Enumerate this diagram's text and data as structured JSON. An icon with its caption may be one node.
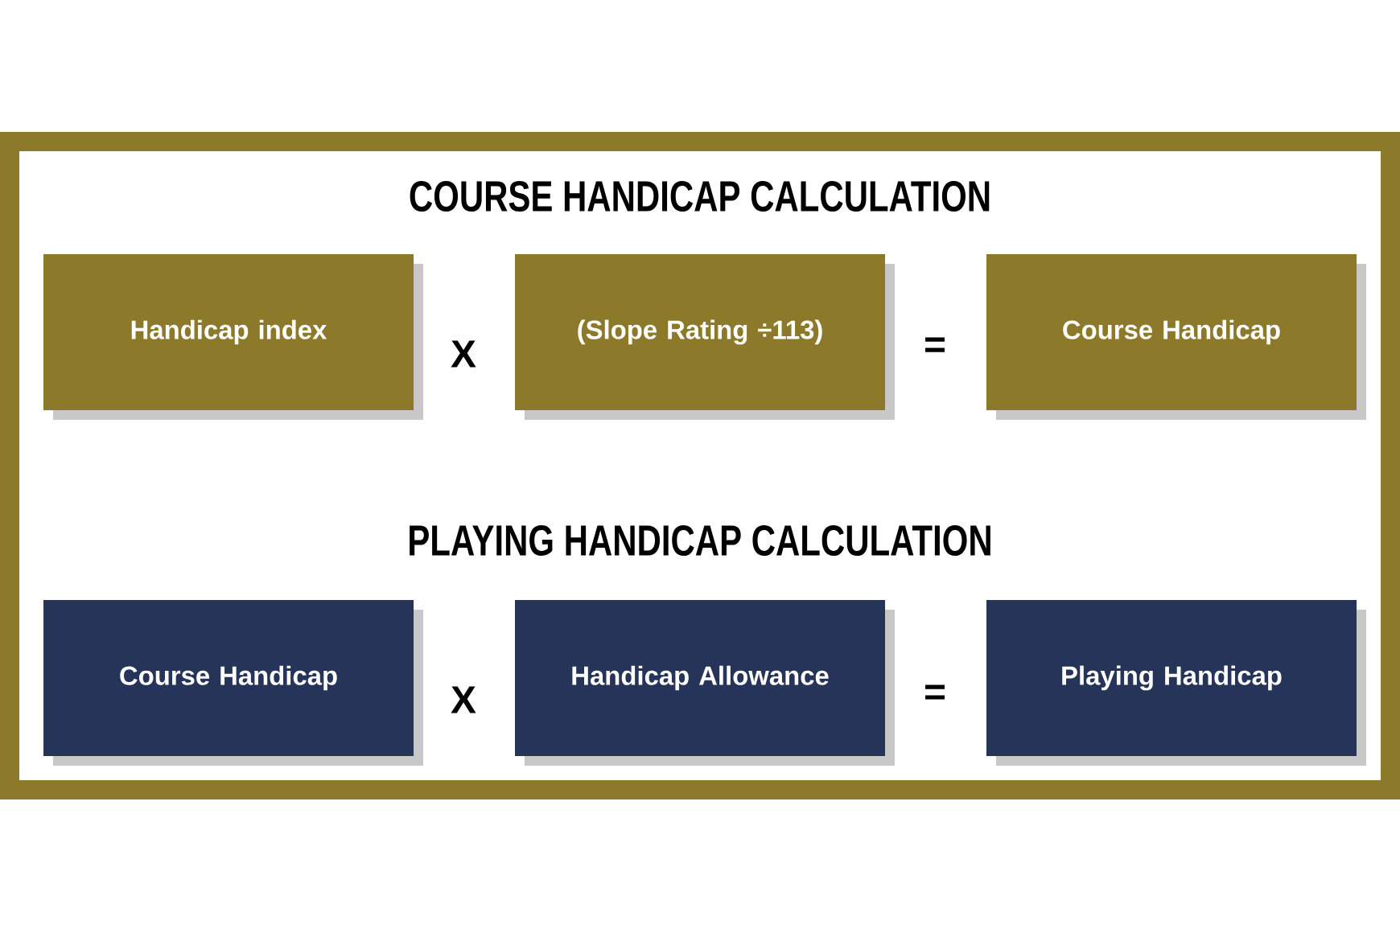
{
  "diagram": {
    "title": "COURSE HANDICAP CALCULATION",
    "nodes": [
      {
        "text": [
          "Handicap index"
        ]
      },
      {
        "text": [
          "(Slope Rating ÷113)"
        ]
      },
      {
        "text": [
          "Course Handicap"
        ]
      },
      {
        "text": [
          "Course Handicap"
        ]
      },
      {
        "text": [
          "Handicap Allowance"
        ]
      },
      {
        "text": [
          "Playing Handicap"
        ]
      }
    ],
    "labels": [
      "X",
      "=",
      "PLAYING HANDICAP CALCULATION",
      "X",
      "="
    ]
  }
}
